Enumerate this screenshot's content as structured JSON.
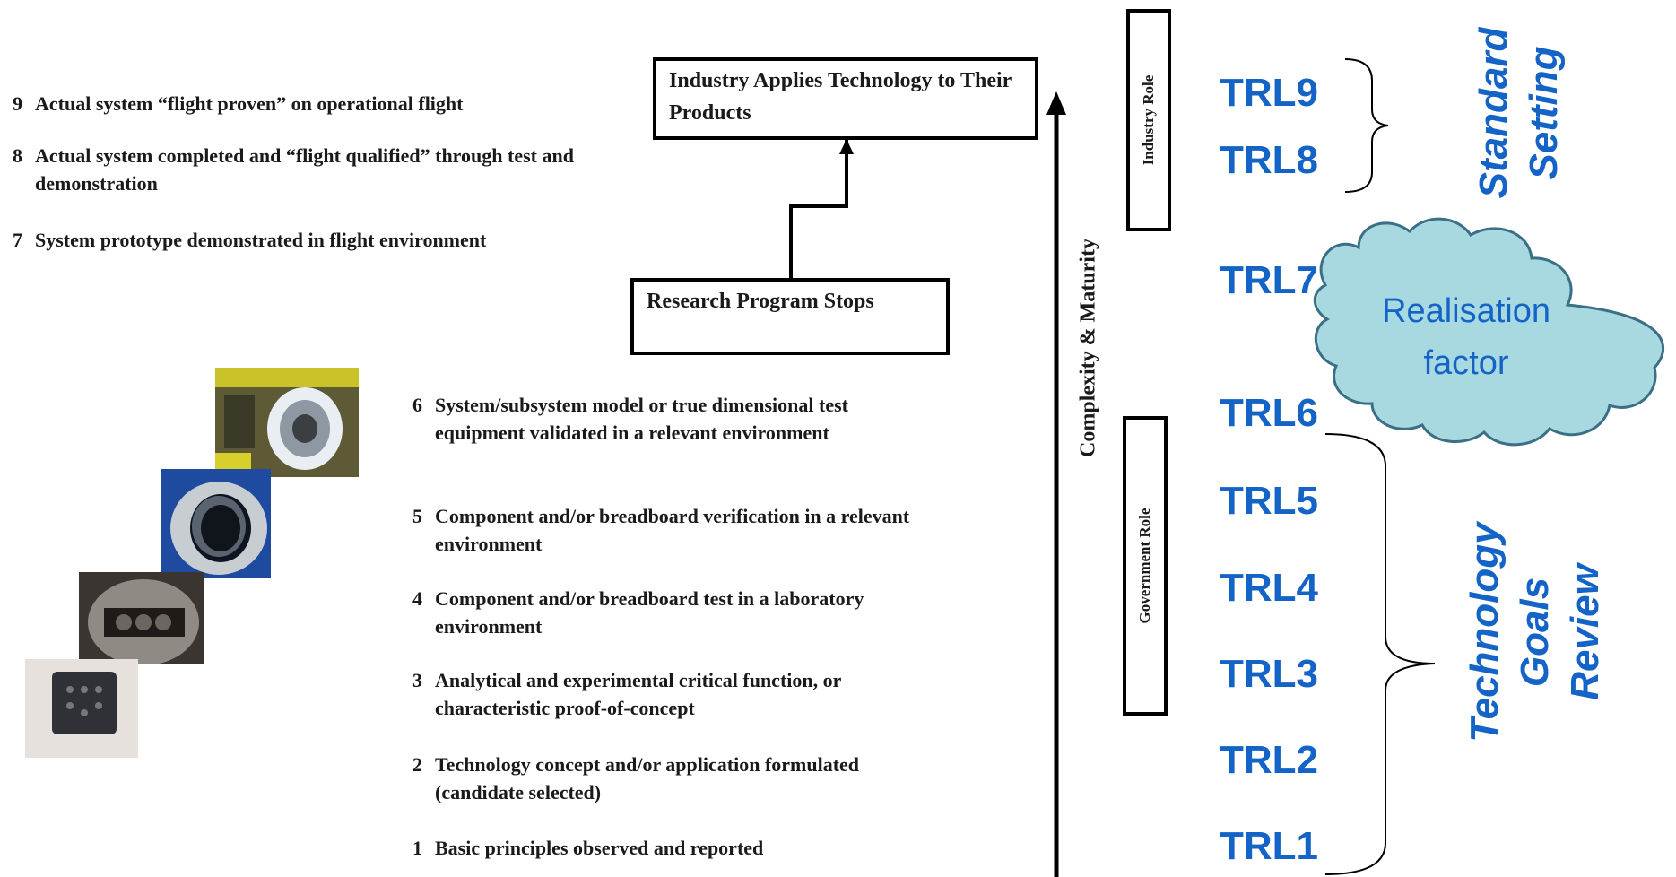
{
  "levels": [
    {
      "num": "9",
      "text": "Actual system “flight proven” on operational flight"
    },
    {
      "num": "8",
      "text": "Actual system completed and “flight qualified” through test and demonstration"
    },
    {
      "num": "7",
      "text": "System prototype demonstrated in flight environment"
    },
    {
      "num": "6",
      "text": "System/subsystem model or true dimensional test equipment validated in a relevant environment"
    },
    {
      "num": "5",
      "text": "Component and/or breadboard verification in a relevant environment"
    },
    {
      "num": "4",
      "text": "Component and/or breadboard test in a laboratory environment"
    },
    {
      "num": "3",
      "text": "Analytical and experimental critical function, or characteristic proof-of-concept"
    },
    {
      "num": "2",
      "text": "Technology concept and/or application formulated (candidate selected)"
    },
    {
      "num": "1",
      "text": "Basic principles observed and reported"
    }
  ],
  "boxes": {
    "industry_applies": "Industry Applies Technology to Their Products",
    "research_stops": "Research Program Stops"
  },
  "axis_label": "Complexity & Maturity",
  "roles": {
    "industry": "Industry Role",
    "government": "Government Role"
  },
  "trl": [
    "TRL9",
    "TRL8",
    "TRL7",
    "TRL6",
    "TRL5",
    "TRL4",
    "TRL3",
    "TRL2",
    "TRL1"
  ],
  "brackets": {
    "standard_setting": "Standard Setting",
    "technology_goals_review": "Technology Goals Review"
  },
  "cloud": "Realisation factor",
  "colors": {
    "accent": "#1464c8",
    "cloud_fill": "#a8d8e0",
    "cloud_stroke": "#3b6f86"
  }
}
